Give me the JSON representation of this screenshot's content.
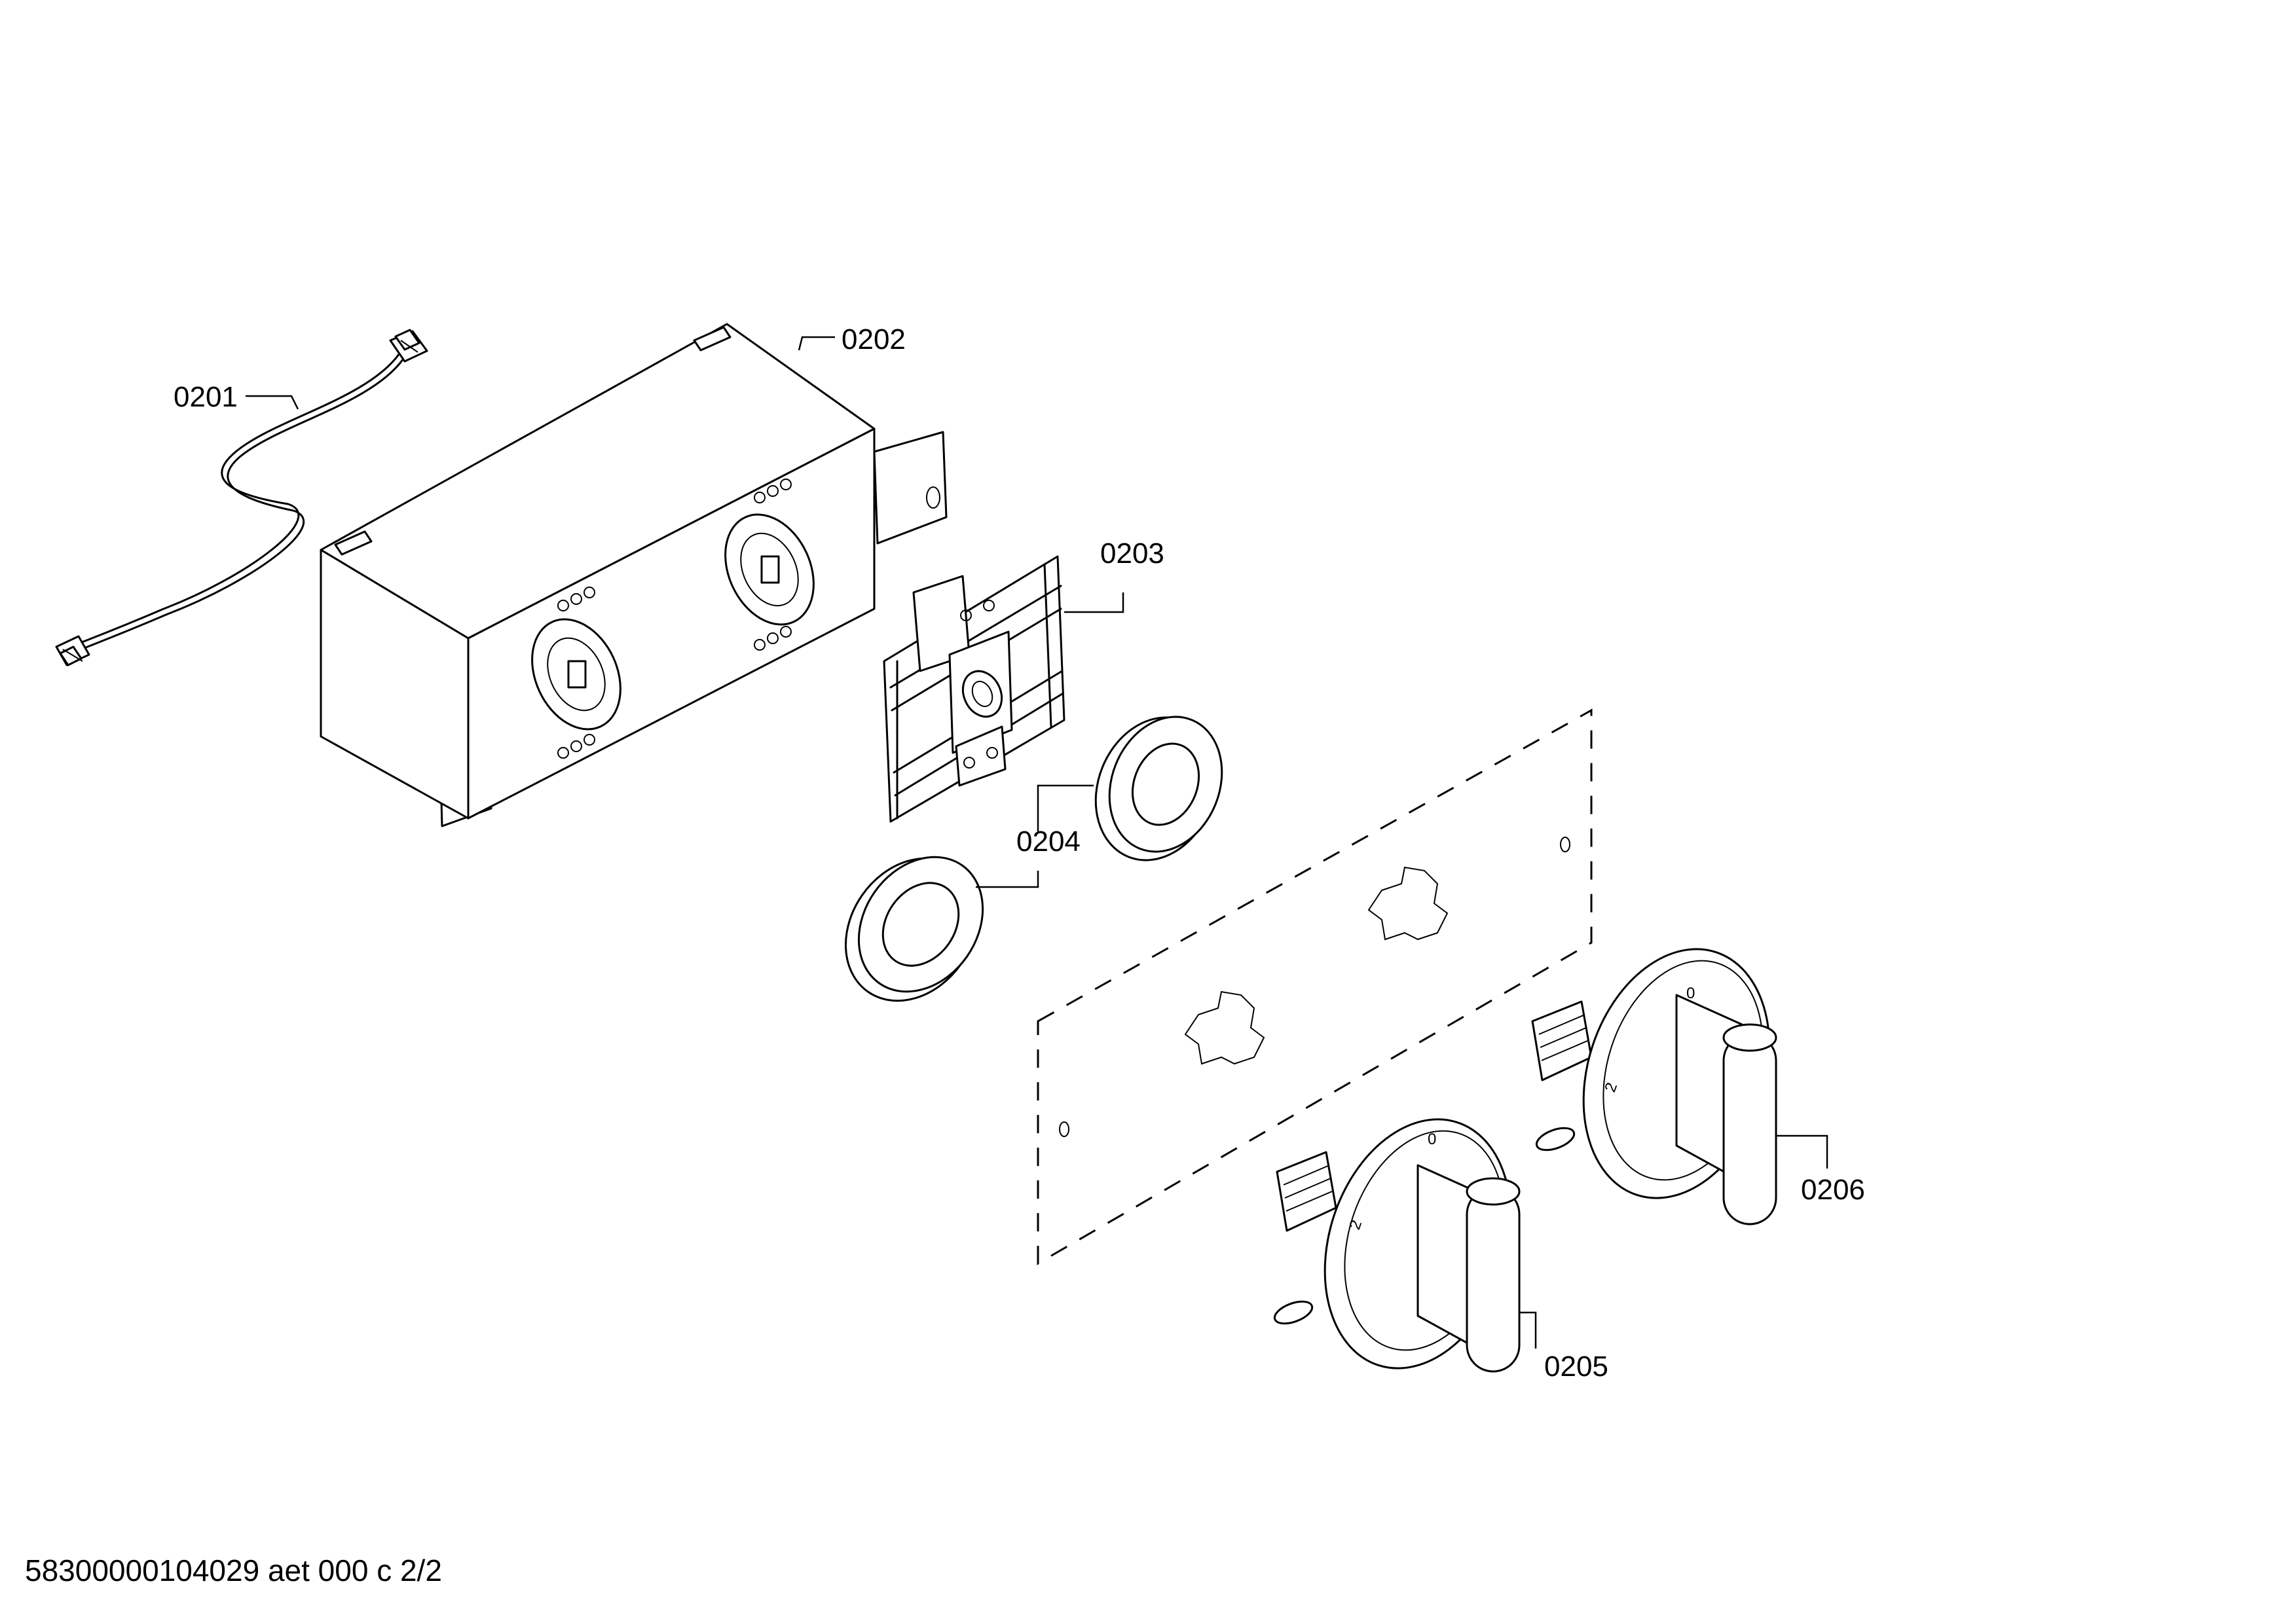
{
  "labels": {
    "p0201": "0201",
    "p0202": "0202",
    "p0203": "0203",
    "p0204": "0204",
    "p0205": "0205",
    "p0206": "0206"
  },
  "dial_marks": {
    "zero": "0",
    "two": "2"
  },
  "footer": {
    "doc_code": "58300000104029 aet 000 c 2/2"
  }
}
